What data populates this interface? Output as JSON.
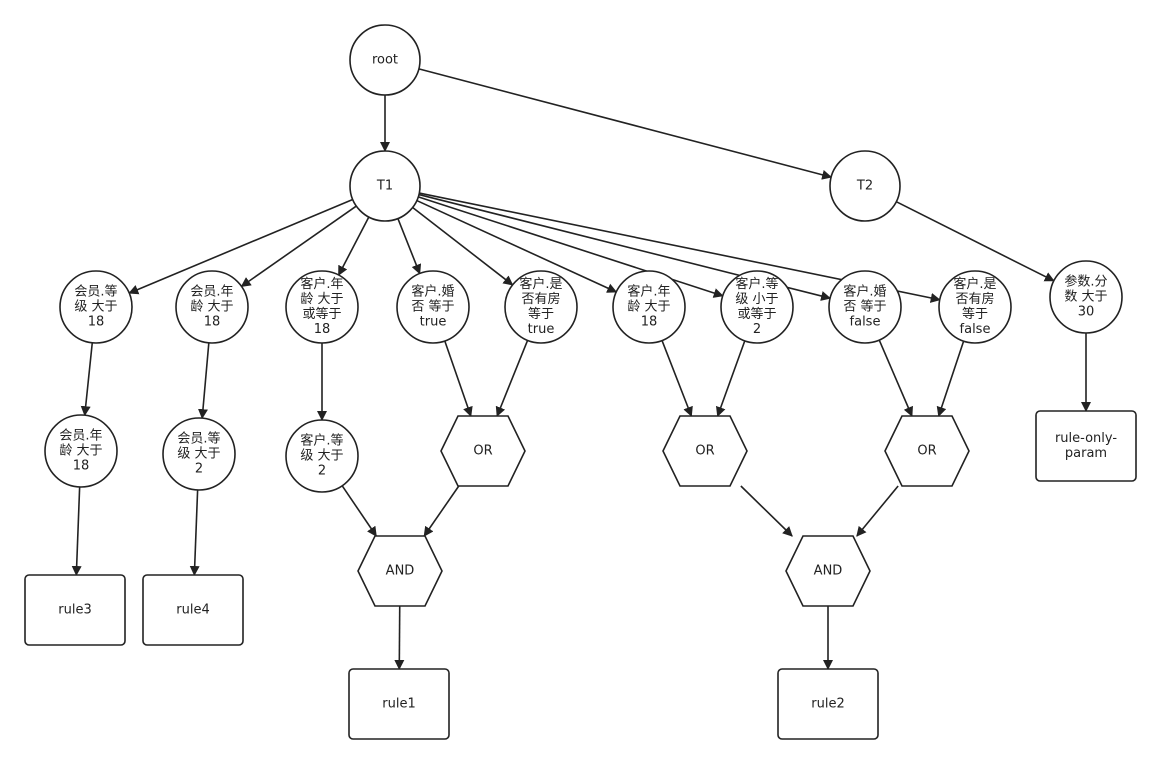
{
  "colors": {
    "stroke": "#222222",
    "fill": "#ffffff",
    "text": "#222222"
  },
  "nodes": [
    {
      "id": "root",
      "shape": "circle",
      "lines": [
        "root"
      ]
    },
    {
      "id": "t1",
      "shape": "circle",
      "lines": [
        "T1"
      ]
    },
    {
      "id": "t2",
      "shape": "circle",
      "lines": [
        "T2"
      ]
    },
    {
      "id": "a1",
      "shape": "circle",
      "lines": [
        "会员.等",
        "级 大于",
        "18"
      ]
    },
    {
      "id": "a2",
      "shape": "circle",
      "lines": [
        "会员.年",
        "龄 大于",
        "18"
      ]
    },
    {
      "id": "a3",
      "shape": "circle",
      "lines": [
        "客户.年",
        "龄 大于",
        "或等于",
        "18"
      ]
    },
    {
      "id": "a4",
      "shape": "circle",
      "lines": [
        "客户.婚",
        "否 等于",
        "true"
      ]
    },
    {
      "id": "a5",
      "shape": "circle",
      "lines": [
        "客户.是",
        "否有房",
        "等于",
        "true"
      ]
    },
    {
      "id": "a6",
      "shape": "circle",
      "lines": [
        "客户.年",
        "龄 大于",
        "18"
      ]
    },
    {
      "id": "a7",
      "shape": "circle",
      "lines": [
        "客户.等",
        "级 小于",
        "或等于",
        "2"
      ]
    },
    {
      "id": "a8",
      "shape": "circle",
      "lines": [
        "客户.婚",
        "否 等于",
        "false"
      ]
    },
    {
      "id": "a9",
      "shape": "circle",
      "lines": [
        "客户.是",
        "否有房",
        "等于",
        "false"
      ]
    },
    {
      "id": "a10",
      "shape": "circle",
      "lines": [
        "参数.分",
        "数 大于",
        "30"
      ]
    },
    {
      "id": "b1",
      "shape": "circle",
      "lines": [
        "会员.年",
        "龄 大于",
        "18"
      ]
    },
    {
      "id": "b2",
      "shape": "circle",
      "lines": [
        "会员.等",
        "级 大于",
        "2"
      ]
    },
    {
      "id": "b3",
      "shape": "circle",
      "lines": [
        "客户.等",
        "级 大于",
        "2"
      ]
    },
    {
      "id": "or1",
      "shape": "hexagon",
      "lines": [
        "OR"
      ]
    },
    {
      "id": "or2",
      "shape": "hexagon",
      "lines": [
        "OR"
      ]
    },
    {
      "id": "or3",
      "shape": "hexagon",
      "lines": [
        "OR"
      ]
    },
    {
      "id": "and1",
      "shape": "hexagon",
      "lines": [
        "AND"
      ]
    },
    {
      "id": "and2",
      "shape": "hexagon",
      "lines": [
        "AND"
      ]
    },
    {
      "id": "rule3",
      "shape": "rect",
      "lines": [
        "rule3"
      ]
    },
    {
      "id": "rule4",
      "shape": "rect",
      "lines": [
        "rule4"
      ]
    },
    {
      "id": "rule1",
      "shape": "rect",
      "lines": [
        "rule1"
      ]
    },
    {
      "id": "rule2",
      "shape": "rect",
      "lines": [
        "rule2"
      ]
    },
    {
      "id": "rule5",
      "shape": "rect",
      "lines": [
        "rule-only-",
        "param"
      ]
    }
  ],
  "edges": [
    {
      "from": "root",
      "to": "t1"
    },
    {
      "from": "root",
      "to": "t2"
    },
    {
      "from": "t1",
      "to": "a1"
    },
    {
      "from": "t1",
      "to": "a2"
    },
    {
      "from": "t1",
      "to": "a3"
    },
    {
      "from": "t1",
      "to": "a4"
    },
    {
      "from": "t1",
      "to": "a5"
    },
    {
      "from": "t1",
      "to": "a6"
    },
    {
      "from": "t1",
      "to": "a7"
    },
    {
      "from": "t1",
      "to": "a8"
    },
    {
      "from": "t1",
      "to": "a9"
    },
    {
      "from": "t2",
      "to": "a10"
    },
    {
      "from": "a1",
      "to": "b1"
    },
    {
      "from": "a2",
      "to": "b2"
    },
    {
      "from": "a3",
      "to": "b3"
    },
    {
      "from": "a4",
      "to": "or1"
    },
    {
      "from": "a5",
      "to": "or1"
    },
    {
      "from": "a6",
      "to": "or2"
    },
    {
      "from": "a7",
      "to": "or2"
    },
    {
      "from": "a8",
      "to": "or3"
    },
    {
      "from": "a9",
      "to": "or3"
    },
    {
      "from": "b1",
      "to": "rule3"
    },
    {
      "from": "b2",
      "to": "rule4"
    },
    {
      "from": "b3",
      "to": "and1"
    },
    {
      "from": "or1",
      "to": "and1"
    },
    {
      "from": "and1",
      "to": "rule1"
    },
    {
      "from": "or2",
      "to": "and2"
    },
    {
      "from": "or3",
      "to": "and2"
    },
    {
      "from": "and2",
      "to": "rule2"
    },
    {
      "from": "a10",
      "to": "rule5"
    }
  ]
}
